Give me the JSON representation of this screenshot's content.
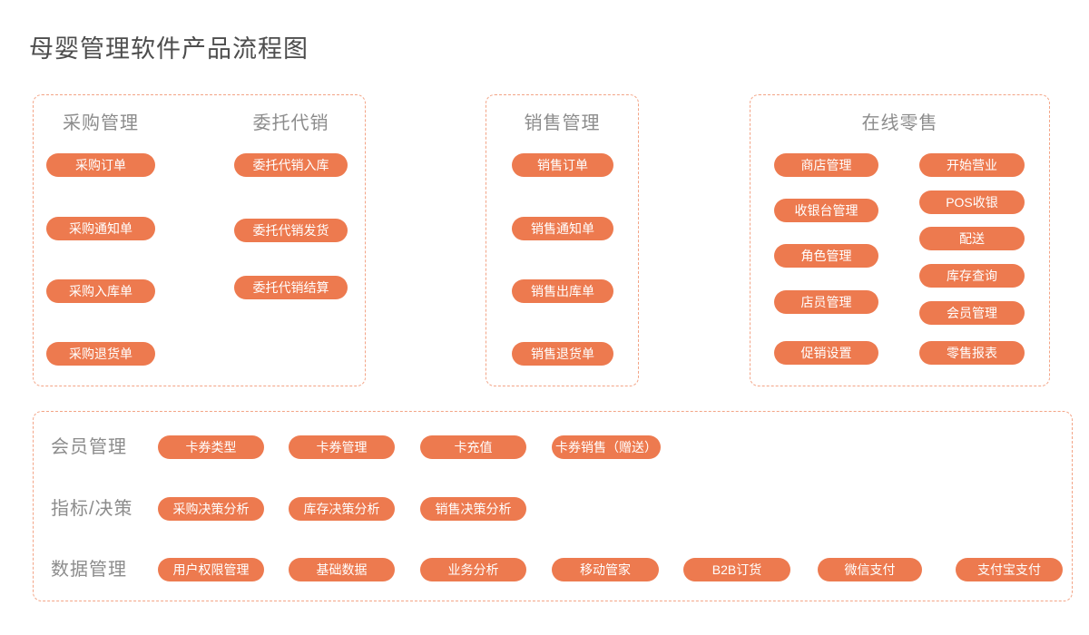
{
  "title": "母婴管理软件产品流程图",
  "colors": {
    "accent": "#ed7a4f",
    "dashed_border": "#f3a486",
    "heading_text": "#8c8c8c",
    "title_text": "#4d4d4d",
    "button_text": "#ffffff"
  },
  "panels": {
    "purchase": {
      "header_purchase": "采购管理",
      "header_consignment": "委托代销",
      "purchase_buttons": [
        "采购订单",
        "采购通知单",
        "采购入库单",
        "采购退货单"
      ],
      "consignment_buttons": [
        "委托代销入库",
        "委托代销发货",
        "委托代销结算"
      ]
    },
    "sales": {
      "header": "销售管理",
      "buttons": [
        "销售订单",
        "销售通知单",
        "销售出库单",
        "销售退货单"
      ]
    },
    "retail": {
      "header": "在线零售",
      "left_buttons": [
        "商店管理",
        "收银台管理",
        "角色管理",
        "店员管理",
        "促销设置"
      ],
      "right_buttons": [
        "开始营业",
        "POS收银",
        "配送",
        "库存查询",
        "会员管理",
        "零售报表"
      ]
    },
    "bottom": {
      "rows": [
        {
          "label": "会员管理",
          "buttons": [
            "卡券类型",
            "卡券管理",
            "卡充值",
            "卡券销售（赠送）"
          ]
        },
        {
          "label": "指标/决策",
          "buttons": [
            "采购决策分析",
            "库存决策分析",
            "销售决策分析"
          ]
        },
        {
          "label": "数据管理",
          "buttons": [
            "用户权限管理",
            "基础数据",
            "业务分析",
            "移动管家",
            "B2B订货",
            "微信支付",
            "支付宝支付"
          ]
        }
      ]
    }
  }
}
